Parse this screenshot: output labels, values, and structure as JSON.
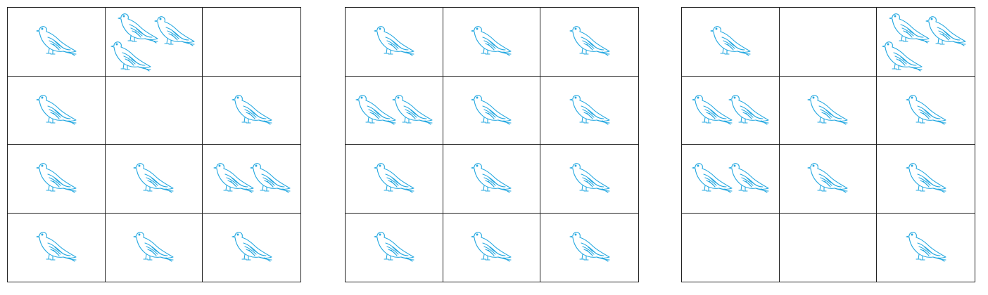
{
  "colors": {
    "bird": "#27a9e1",
    "grid_line": "#222222",
    "background": "#ffffff"
  },
  "icon": "pigeon-icon",
  "grids": [
    {
      "name": "grid-1",
      "rows": [
        [
          1,
          3,
          0
        ],
        [
          1,
          0,
          1
        ],
        [
          1,
          1,
          2
        ],
        [
          1,
          1,
          1
        ]
      ]
    },
    {
      "name": "grid-2",
      "rows": [
        [
          1,
          1,
          1
        ],
        [
          2,
          1,
          1
        ],
        [
          1,
          1,
          1
        ],
        [
          1,
          1,
          1
        ]
      ]
    },
    {
      "name": "grid-3",
      "rows": [
        [
          1,
          0,
          3
        ],
        [
          2,
          1,
          1
        ],
        [
          2,
          1,
          1
        ],
        [
          0,
          0,
          1
        ]
      ]
    }
  ]
}
